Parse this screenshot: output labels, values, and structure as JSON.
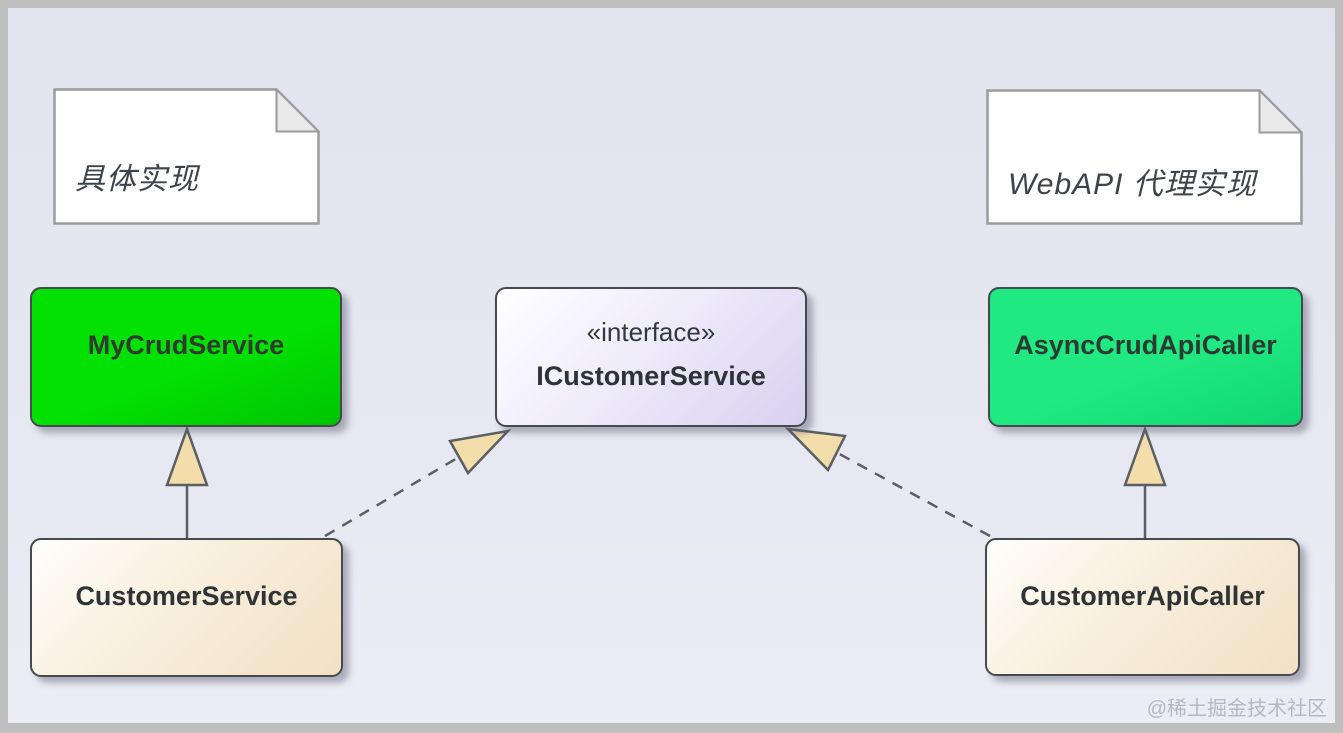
{
  "diagram": {
    "notes": [
      {
        "id": "note-concrete",
        "text": "具体实现"
      },
      {
        "id": "note-webapi",
        "text": "WebAPI 代理实现"
      }
    ],
    "classes": [
      {
        "id": "my-crud-service",
        "name": "MyCrudService",
        "fill": "green"
      },
      {
        "id": "icustomer-service",
        "stereotype": "«interface»",
        "name": "ICustomerService",
        "fill": "lavender"
      },
      {
        "id": "async-crud-api-caller",
        "name": "AsyncCrudApiCaller",
        "fill": "spring-green"
      },
      {
        "id": "customer-service",
        "name": "CustomerService",
        "fill": "cream"
      },
      {
        "id": "customer-api-caller",
        "name": "CustomerApiCaller",
        "fill": "cream"
      }
    ],
    "relationships": [
      {
        "type": "generalization",
        "from": "CustomerService",
        "to": "MyCrudService",
        "line": "solid",
        "arrowhead": "hollow-triangle"
      },
      {
        "type": "generalization",
        "from": "CustomerApiCaller",
        "to": "AsyncCrudApiCaller",
        "line": "solid",
        "arrowhead": "hollow-triangle"
      },
      {
        "type": "realization",
        "from": "CustomerService",
        "to": "ICustomerService",
        "line": "dashed",
        "arrowhead": "hollow-triangle"
      },
      {
        "type": "realization",
        "from": "CustomerApiCaller",
        "to": "ICustomerService",
        "line": "dashed",
        "arrowhead": "hollow-triangle"
      }
    ],
    "watermark": "@稀土掘金技术社区"
  },
  "colors": {
    "class_green": "#03e103",
    "class_spring_green": "#20e981",
    "interface_fill": "#d8d0f0",
    "impl_fill": "#f1e0c4",
    "arrowhead_fill": "#f3ddab",
    "line_color": "#5a5f64",
    "note_border": "#9b9b9b",
    "watermark_color": "#b5b8c2",
    "frame_color": "#bfbfc0"
  }
}
